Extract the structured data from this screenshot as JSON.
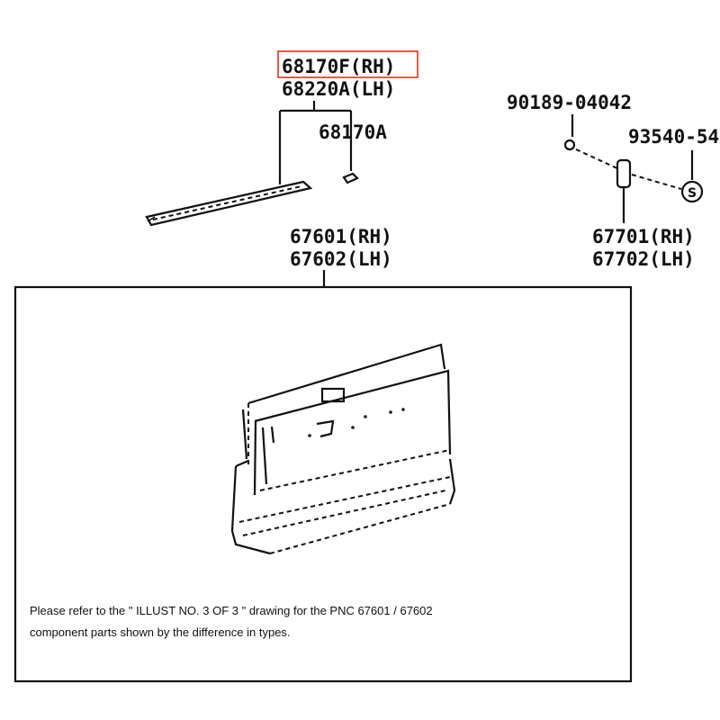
{
  "part_labels": {
    "p68170F": "68170F(RH)",
    "p68220A": "68220A(LH)",
    "p68170A": "68170A",
    "p90189": "90189-04042",
    "p93540": "93540-54",
    "p67601": "67601(RH)",
    "p67602": "67602(LH)",
    "p67701": "67701(RH)",
    "p67702": "67702(LH)"
  },
  "highlighted_label": "68170F(RH)",
  "highlight_color": "#e0321e",
  "note": {
    "line1": "Please refer to the \" ILLUST NO. 3 OF 3 \" drawing for the PNC 67601 / 67602",
    "line2": "component parts shown by the difference in types."
  }
}
